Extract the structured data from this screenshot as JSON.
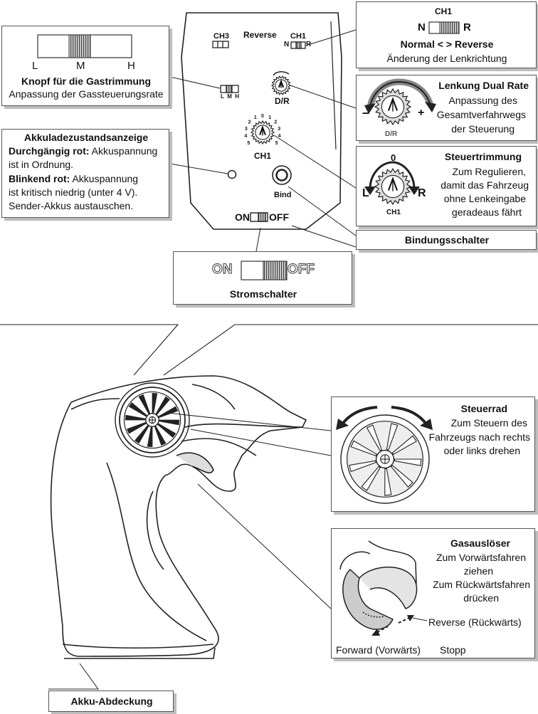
{
  "panel": {
    "ch3": "CH3",
    "reverse": "Reverse",
    "ch1": "CH1",
    "n": "N",
    "r": "R",
    "lmh": "L  M  H",
    "dr": "D/R",
    "ch1_dial": "CH1",
    "bind": "Bind",
    "on": "ON",
    "off": "OFF",
    "dial_marks": [
      "1",
      "0",
      "1",
      "2",
      "2",
      "3",
      "3",
      "4",
      "4",
      "5",
      "5"
    ]
  },
  "throttle_trim": {
    "scale_l": "L",
    "scale_m": "M",
    "scale_h": "H",
    "title": "Knopf für die Gastrimmung",
    "desc": "Anpassung der Gassteuerungsrate"
  },
  "battery_indicator": {
    "title": "Akkuladezustandsanzeige",
    "solid_label": "Durchgängig rot:",
    "solid_text_1": " Akkuspannung",
    "solid_text_2": "ist in Ordnung.",
    "blink_label": "Blinkend rot:",
    "blink_text_1": " Akkuspannung",
    "blink_text_2": "ist kritisch niedrig (unter 4 V).",
    "blink_text_3": "Sender-Akkus austauschen."
  },
  "reverse_switch": {
    "ch1": "CH1",
    "n": "N",
    "r": "R",
    "title": "Normal < > Reverse",
    "desc": "Änderung der Lenkrichtung"
  },
  "dual_rate": {
    "minus": "–",
    "plus": "+",
    "dr": "D/R",
    "title": "Lenkung Dual Rate",
    "desc_1": "Anpassung des",
    "desc_2": "Gesamtverfahrwegs",
    "desc_3": "der Steuerung"
  },
  "steering_trim": {
    "zero": "0",
    "l": "L",
    "r": "R",
    "ch1": "CH1",
    "title": "Steuertrimmung",
    "desc_1": "Zum Regulieren,",
    "desc_2": "damit das Fahrzeug",
    "desc_3": "ohne Lenkeingabe",
    "desc_4": "geradeaus fährt"
  },
  "bind_label": "Bindungsschalter",
  "power_switch": {
    "on": "ON",
    "off": "OFF",
    "title": "Stromschalter"
  },
  "wheel": {
    "title": "Steuerrad",
    "desc_1": "Zum Steuern des",
    "desc_2": "Fahrzeugs nach rechts",
    "desc_3": "oder links drehen"
  },
  "trigger": {
    "title": "Gasauslöser",
    "desc_1": "Zum Vorwärtsfahren",
    "desc_2": "ziehen",
    "desc_3": "Zum Rückwärtsfahren",
    "desc_4": "drücken",
    "reverse": "Reverse (Rückwärts)",
    "forward": "Forward (Vorwärts)",
    "stop": "Stopp"
  },
  "battery_cover": "Akku-Abdeckung"
}
